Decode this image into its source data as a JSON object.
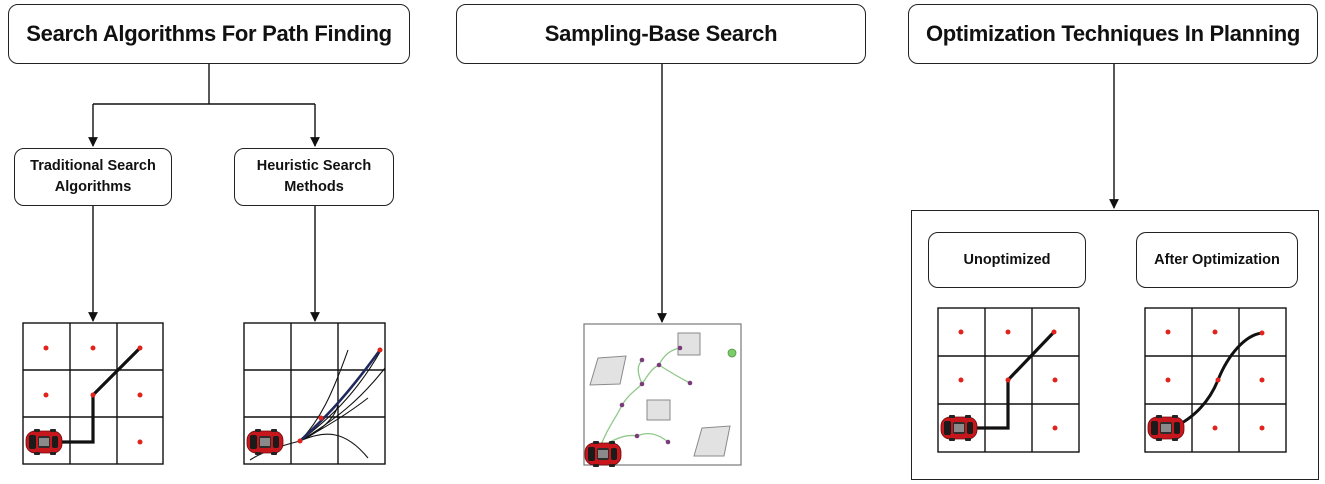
{
  "columns": {
    "search": {
      "title": "Search Algorithms For Path Finding",
      "traditional": "Traditional Search Algorithms",
      "heuristic": "Heuristic Search Methods"
    },
    "sampling": {
      "title": "Sampling-Base Search"
    },
    "optimization": {
      "title": "Optimization Techniques In Planning",
      "unoptimized": "Unoptimized",
      "after": "After Optimization"
    }
  },
  "colors": {
    "node_dot": "#e0241b",
    "path": "#111111",
    "heuristic_path": "#1f2a5c",
    "tree_edge": "#8fc98a",
    "tree_node": "#7a3b7a",
    "goal": "#7ecb6b",
    "obstacle": "#e2e2e2",
    "car_body": "#c8161d"
  }
}
